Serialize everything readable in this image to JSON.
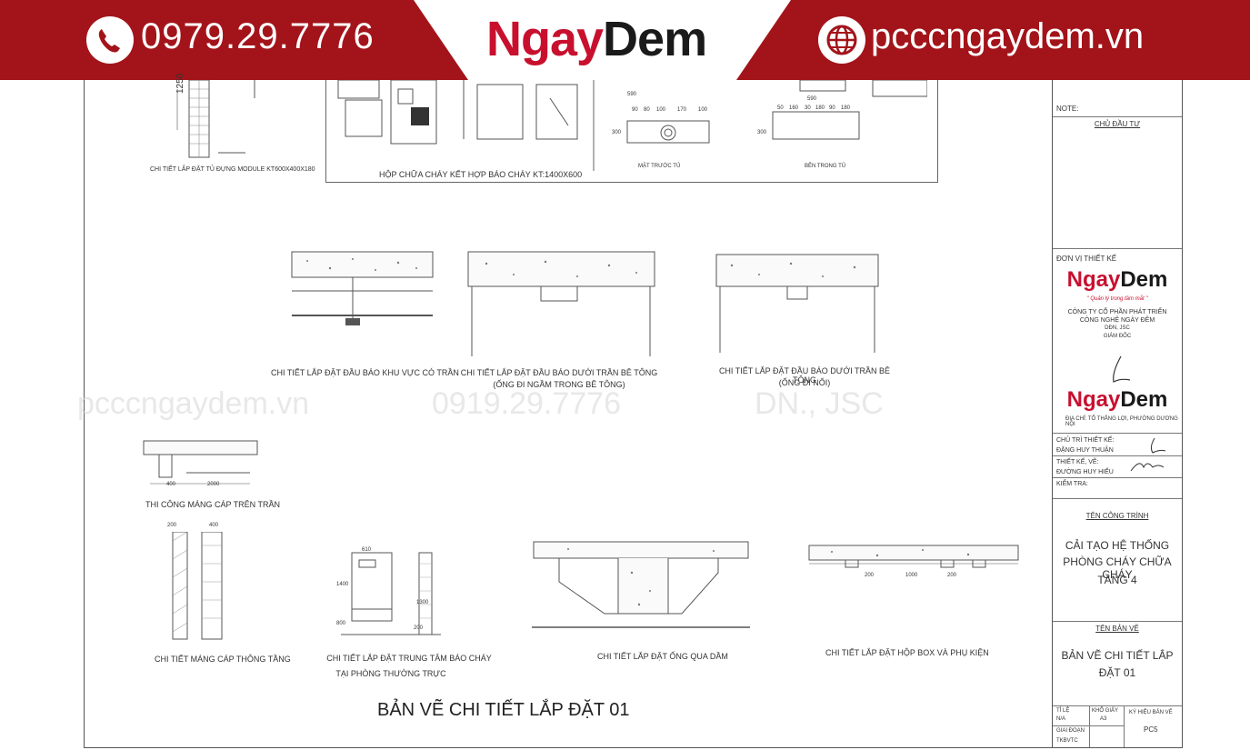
{
  "header": {
    "phone": "0979.29.7776",
    "logo_part1": "Ngay",
    "logo_part2": "Dem",
    "website": "pcccngaydem.vn",
    "brand_color": "#a3141a"
  },
  "watermarks": [
    "pcccngaydem.vn",
    "0919.29.7776",
    "DN., JSC"
  ],
  "drawings": {
    "cabinet_detail": "CHI TIẾT LẮP ĐẶT TỦ ĐỰNG MODULE KT600X400X180",
    "cabinet_dim": "1250",
    "hose_box": "HỘP CHỮA CHÁY KẾT HỢP BÁO CHÁY KT:1400X600",
    "front_view": "MẶT TRƯỚC TỦ",
    "side_view": "BÊN TRONG TỦ",
    "dims_top": [
      "590",
      "90",
      "80",
      "100",
      "170",
      "100",
      "590",
      "50",
      "160",
      "30",
      "180",
      "90",
      "180",
      "300",
      "300"
    ],
    "detector_ceiling": "CHI TIẾT LẮP ĐẶT ĐẦU BÁO KHU VỰC CÓ TRẦN",
    "detector_embed_l1": "CHI TIẾT LẮP ĐẶT ĐẦU BÁO DƯỚI TRẦN BÊ TÔNG",
    "detector_embed_l2": "(ỐNG ĐI NGẦM TRONG BÊ TÔNG)",
    "detector_surface_l1": "CHI TIẾT LẮP ĐẶT ĐẦU BÁO DƯỚI TRẦN BÊ TÔNG",
    "detector_surface_l2": "(ỐNG ĐI NỔI)",
    "cable_tray_ceiling": "THI CÔNG MÁNG CÁP TRÊN TRẦN",
    "tray_dims": [
      "400",
      "2000"
    ],
    "cable_tray_floor": "CHI TIẾT MÁNG CÁP THÔNG TẦNG",
    "floor_dims": [
      "200",
      "400"
    ],
    "panel_l1": "CHI TIẾT LẮP ĐẶT TRUNG TÂM BÁO CHÁY",
    "panel_l2": "TẠI PHÒNG THƯỜNG TRỰC",
    "panel_dims": [
      "610",
      "1400",
      "1300",
      "800",
      "200"
    ],
    "pipe_beam": "CHI TIẾT LẮP ĐẶT ỐNG QUA DẦM",
    "box_accessory": "CHI TIẾT LẮP ĐẶT HỘP BOX VÀ PHỤ KIỆN",
    "box_dims": [
      "200",
      "1000",
      "200"
    ],
    "sheet_title": "BẢN VẼ CHI TIẾT LẮP ĐẶT 01"
  },
  "title_block": {
    "note_label": "NOTE:",
    "investor": "CHỦ ĐẦU TƯ",
    "designer_unit": "ĐƠN VỊ THIẾT KẾ",
    "slogan": "\" Quản lý trong tầm mắt \"",
    "company_l1": "CÔNG TY CỔ PHẦN PHÁT TRIỂN",
    "company_l2": "CÔNG NGHỆ NGÀY ĐÊM",
    "company_l3": "DĐN, JSC",
    "director": "GIÁM ĐỐC",
    "address": "ĐỊA CHỈ: TỔ THẮNG LỢI, PHƯỜNG DƯƠNG NỘI",
    "chief_label": "CHỦ TRÌ THIẾT KẾ:",
    "chief_name": "ĐẶNG HUY THUẬN",
    "drawer_label": "THIẾT KẾ, VẼ:",
    "drawer_name": "ĐƯỜNG HUY HIẾU",
    "check_label": "KIỂM TRA:",
    "project_label": "TÊN CÔNG TRÌNH",
    "project_l1": "CẢI TẠO HỆ THỐNG",
    "project_l2": "PHÒNG CHÁY CHỮA CHÁY",
    "project_l3": "TẦNG 4",
    "drawing_label": "TÊN BẢN VẼ",
    "drawing_l1": "BẢN VẼ CHI TIẾT LẮP",
    "drawing_l2": "ĐẶT 01",
    "scale_label": "TỈ LỆ",
    "scale_value": "N/A",
    "paper_label": "KHỔ GIẤY",
    "paper_value": "A3",
    "code_label": "KÝ HIỆU BẢN VẼ",
    "code_value": "PC5",
    "phase_label": "GIAI ĐOẠN",
    "phase_value": "TKBVTC"
  }
}
